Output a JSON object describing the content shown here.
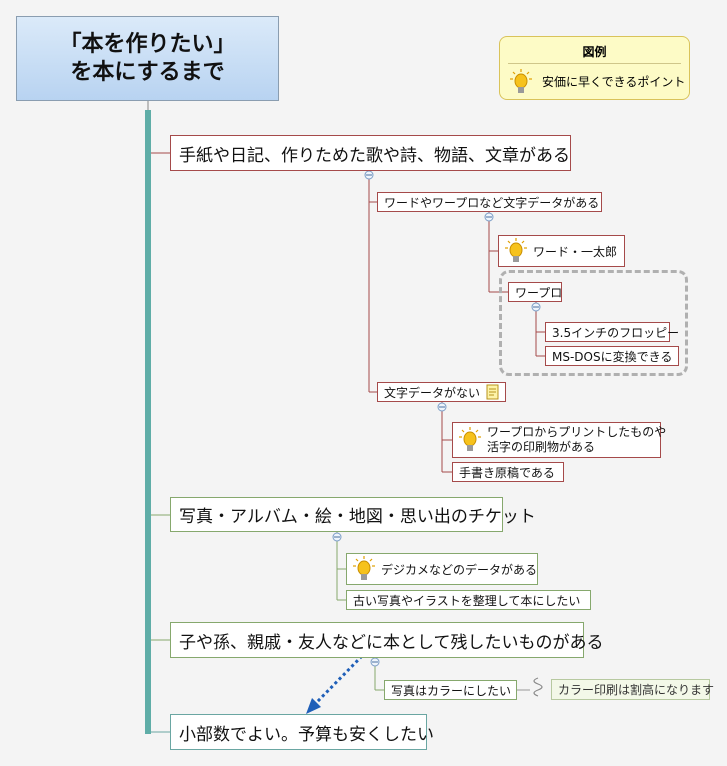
{
  "root": {
    "title": "「本を作りたい」\nを本にするまで"
  },
  "legend": {
    "title": "図例",
    "icon": "lightbulb-icon",
    "text": "安価に早くできるポイント"
  },
  "colors": {
    "spine": "#5fada7",
    "red_border": "#a54a4a",
    "green_border": "#86a86d",
    "teal_border": "#6aa6a2",
    "root_fill": "#b8d3f1",
    "legend_fill": "#fdfbc6"
  },
  "branch1": {
    "label": "手紙や日記、作りためた歌や詩、物語、文章がある",
    "sub_word": "ワードやワープロなど文字データがある",
    "word_ichitaro": "ワード・一太郎",
    "wapro": "ワープロ",
    "floppy": "3.5インチのフロッピー",
    "msdos": "MS-DOSに変換できる",
    "no_data": "文字データがない",
    "printed": "ワープロからプリントしたものや\n活字の印刷物がある",
    "handwritten": "手書き原稿である"
  },
  "branch2": {
    "label": "写真・アルバム・絵・地図・思い出のチケット",
    "digicam": "デジカメなどのデータがある",
    "old_photos": "古い写真やイラストを整理して本にしたい"
  },
  "branch3": {
    "label": "子や孫、親戚・友人などに本として残したいものがある",
    "color": "写真はカラーにしたい",
    "callout": "カラー印刷は割高になります"
  },
  "branch4": {
    "label": "小部数でよい。予算も安くしたい"
  }
}
